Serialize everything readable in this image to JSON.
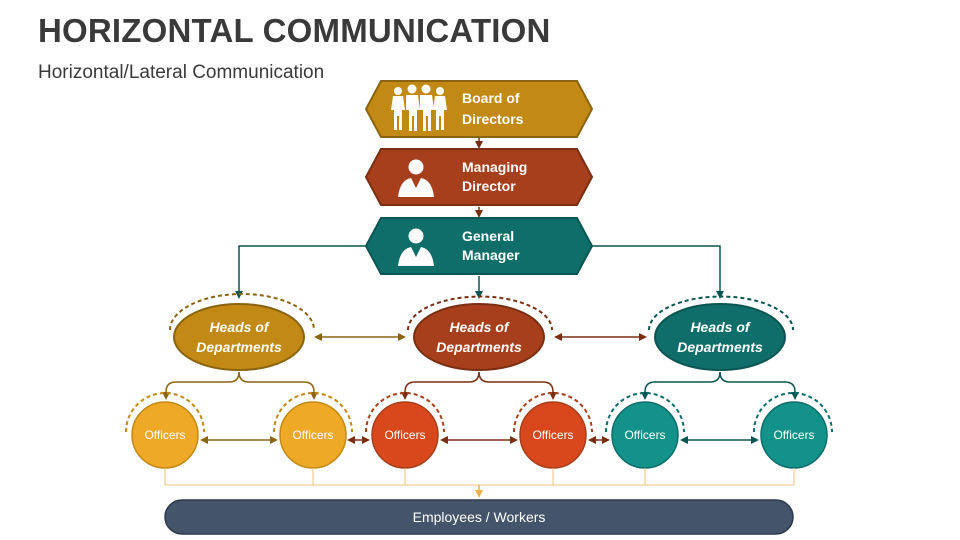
{
  "title": "HORIZONTAL COMMUNICATION",
  "subtitle": "Horizontal/Lateral Communication",
  "colors": {
    "gold": "#C28A14",
    "rust": "#A83F1C",
    "teal": "#0F6E6A",
    "officer_gold": "#EEA927",
    "officer_red": "#D8481C",
    "officer_teal": "#13928A",
    "bar": "#44546A",
    "connector": "#F2C27A"
  },
  "hierarchy": [
    {
      "line1": "Board of",
      "line2": "Directors",
      "icon": "group-of-people-icon"
    },
    {
      "line1": "Managing",
      "line2": "Director",
      "icon": "businessman-icon"
    },
    {
      "line1": "General",
      "line2": "Manager",
      "icon": "businessman-icon"
    }
  ],
  "heads": [
    {
      "line1": "Heads of",
      "line2": "Departments"
    },
    {
      "line1": "Heads of",
      "line2": "Departments"
    },
    {
      "line1": "Heads of",
      "line2": "Departments"
    }
  ],
  "officers": [
    {
      "label": "Officers"
    },
    {
      "label": "Officers"
    },
    {
      "label": "Officers"
    },
    {
      "label": "Officers"
    },
    {
      "label": "Officers"
    },
    {
      "label": "Officers"
    }
  ],
  "bottom_bar": "Employees / Workers"
}
